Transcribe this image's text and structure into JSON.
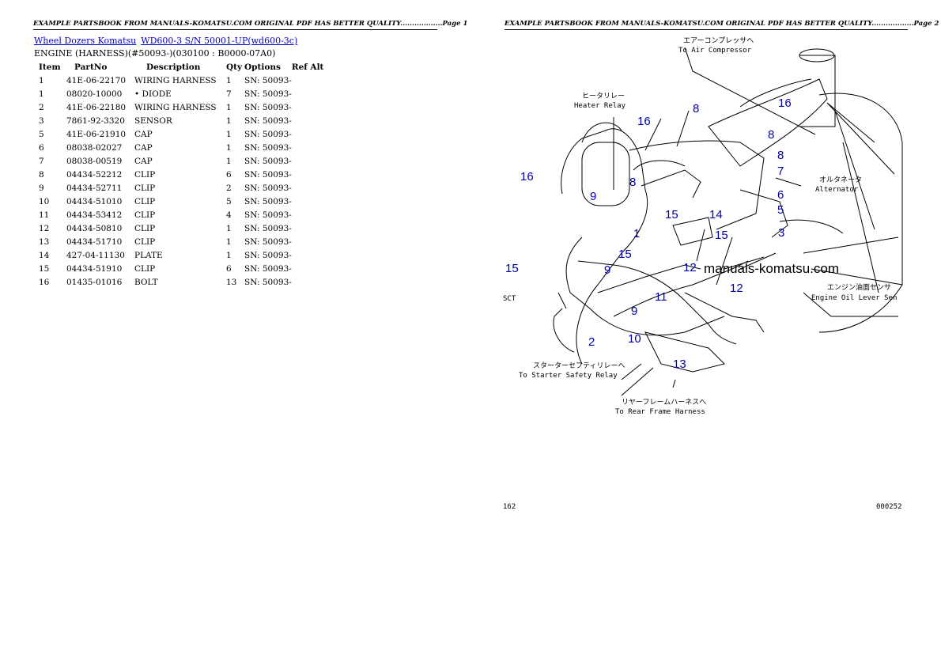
{
  "header": {
    "page1": "EXAMPLE PARTSBOOK FROM MANUALS-KOMATSU.COM ORIGINAL PDF HAS BETTER QUALITY..................Page 1",
    "page2": "EXAMPLE PARTSBOOK FROM MANUALS-KOMATSU.COM ORIGINAL PDF HAS BETTER QUALITY..................Page 2"
  },
  "breadcrumb": {
    "link1": "Wheel Dozers Komatsu",
    "link2": "WD600-3 S/N 50001-UP(wd600-3c)"
  },
  "section_title": "ENGINE (HARNESS)(#50093-)(030100 : B0000-07A0)",
  "table": {
    "headers": [
      "Item",
      "PartNo",
      "Description",
      "Qty",
      "Options",
      "Ref Alt"
    ],
    "rows": [
      {
        "item": "1",
        "part": "41E-06-22170",
        "desc": "WIRING HARNESS",
        "qty": "1",
        "opt": "SN: 50093-"
      },
      {
        "item": "1",
        "part": "08020-10000",
        "desc": "• DIODE",
        "qty": "7",
        "opt": "SN: 50093-"
      },
      {
        "item": "2",
        "part": "41E-06-22180",
        "desc": "WIRING HARNESS",
        "qty": "1",
        "opt": "SN: 50093-"
      },
      {
        "item": "3",
        "part": "7861-92-3320",
        "desc": "SENSOR",
        "qty": "1",
        "opt": "SN: 50093-"
      },
      {
        "item": "5",
        "part": "41E-06-21910",
        "desc": "CAP",
        "qty": "1",
        "opt": "SN: 50093-"
      },
      {
        "item": "6",
        "part": "08038-02027",
        "desc": "CAP",
        "qty": "1",
        "opt": "SN: 50093-"
      },
      {
        "item": "7",
        "part": "08038-00519",
        "desc": "CAP",
        "qty": "1",
        "opt": "SN: 50093-"
      },
      {
        "item": "8",
        "part": "04434-52212",
        "desc": "CLIP",
        "qty": "6",
        "opt": "SN: 50093-"
      },
      {
        "item": "9",
        "part": "04434-52711",
        "desc": "CLIP",
        "qty": "2",
        "opt": "SN: 50093-"
      },
      {
        "item": "10",
        "part": "04434-51010",
        "desc": "CLIP",
        "qty": "5",
        "opt": "SN: 50093-"
      },
      {
        "item": "11",
        "part": "04434-53412",
        "desc": "CLIP",
        "qty": "4",
        "opt": "SN: 50093-"
      },
      {
        "item": "12",
        "part": "04434-50810",
        "desc": "CLIP",
        "qty": "1",
        "opt": "SN: 50093-"
      },
      {
        "item": "13",
        "part": "04434-51710",
        "desc": "CLIP",
        "qty": "1",
        "opt": "SN: 50093-"
      },
      {
        "item": "14",
        "part": "427-04-11130",
        "desc": "PLATE",
        "qty": "1",
        "opt": "SN: 50093-"
      },
      {
        "item": "15",
        "part": "04434-51910",
        "desc": "CLIP",
        "qty": "6",
        "opt": "SN: 50093-"
      },
      {
        "item": "16",
        "part": "01435-01016",
        "desc": "BOLT",
        "qty": "13",
        "opt": "SN: 50093-"
      }
    ]
  },
  "diagram": {
    "watermark": "manuals-komatsu.com",
    "callouts": [
      "16",
      "8",
      "16",
      "8",
      "16",
      "8",
      "7",
      "6",
      "5",
      "9",
      "8",
      "15",
      "14",
      "15",
      "3",
      "1",
      "15",
      "9",
      "15",
      "12",
      "11",
      "12",
      "9",
      "2",
      "10",
      "13"
    ],
    "text_labels": {
      "air_comp_jp": "エアーコンプレッサへ",
      "air_comp_en": "To Air Compressor",
      "heater_jp": "ヒータリレー",
      "heater_en": "Heater Relay",
      "alt_jp": "オルタネータ",
      "alt_en": "Alternator",
      "oil_jp": "エンジン油面センサ",
      "oil_en": "Engine Oil Lever Sen",
      "starter_jp": "スターターセフティリレーへ",
      "starter_en": "To Starter Safety Relay",
      "rear_jp": "リヤーフレームハーネスへ",
      "rear_en": "To Rear Frame Harness",
      "left_margin": "SCT",
      "page_num_left": "162",
      "page_num_right": "000252"
    }
  }
}
